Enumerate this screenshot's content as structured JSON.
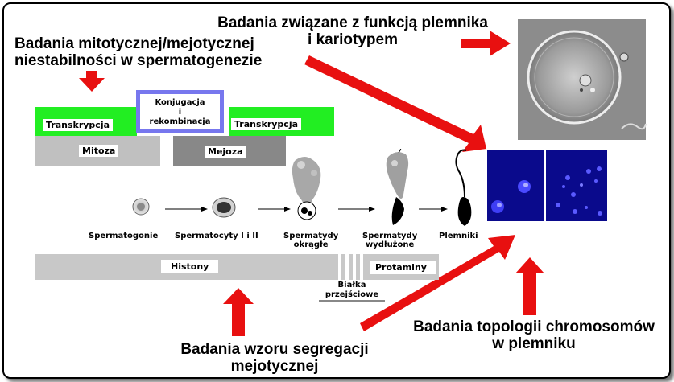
{
  "titles": {
    "meiotic_instability": [
      "Badania mitotycznej/mejotycznej",
      "niestabilności w spermatogenezie"
    ],
    "sperm_function": [
      "Badania związane z funkcją plemnika",
      "i kariotypem"
    ],
    "segregation": [
      "Badania wzoru segregacji",
      "mejotycznej"
    ],
    "topology": [
      "Badania  topologii chromosomów",
      "w plemniku"
    ]
  },
  "process": {
    "transcription_left": "Transkrypcja",
    "conjugation": [
      "Konjugacja",
      "i",
      "rekombinacja"
    ],
    "transcription_right": "Transkrypcja",
    "mitosis": "Mitoza",
    "meiosis": "Mejoza"
  },
  "stages": {
    "spermatogonia": "Spermatogonie",
    "spermatocytes": "Spermatocyty I i II",
    "round_spermatids": [
      "Spermatydy",
      "okrągłe"
    ],
    "elongated_spermatids": [
      "Spermatydy",
      "wydłużone"
    ],
    "sperm": "Plemniki"
  },
  "proteins": {
    "histones": "Histony",
    "transition": [
      "Białka",
      "przejściowe"
    ],
    "protamines": "Protaminy"
  },
  "colors": {
    "arrow": "#e81010",
    "transcription": "#22ee22",
    "conjugation_border": "#7777ee",
    "mitosis": "#c0c0c0",
    "meiosis": "#888888",
    "fish": "#0a0a8c"
  }
}
